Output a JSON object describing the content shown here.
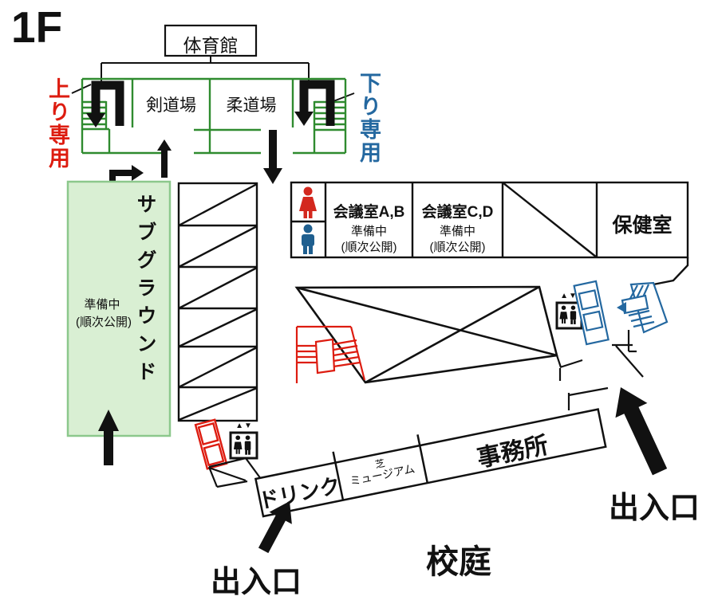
{
  "floor_label": "1F",
  "gym": {
    "name": "体育館",
    "kendo_hall": "剣道場",
    "judo_hall": "柔道場"
  },
  "stairs": {
    "up_only": "上り専用",
    "down_only": "下り専用"
  },
  "subground": {
    "name": "サブグラウンド",
    "status_line1": "準備中",
    "status_line2": "(順次公開)"
  },
  "rooms": {
    "meeting_ab": {
      "name": "会議室A,B",
      "status_line1": "準備中",
      "status_line2": "(順次公開)"
    },
    "meeting_cd": {
      "name": "会議室C,D",
      "status_line1": "準備中",
      "status_line2": "(順次公開)"
    },
    "infirmary": "保健室",
    "office": "事務所",
    "drink": "ドリンク",
    "museum_line1": "芝",
    "museum_line2": "ミュージアム"
  },
  "labels": {
    "entrance_left": "出入口",
    "entrance_right": "出入口",
    "schoolyard": "校庭"
  },
  "icons": {
    "elevator_arrows": "▲▼"
  },
  "colors": {
    "red": "#dd1c10",
    "blue": "#2468a0",
    "gym_outline_green": "#2f8b2f",
    "subground_fill": "#d9efd3",
    "subground_border": "#8cc88c",
    "line_black": "#111111"
  }
}
